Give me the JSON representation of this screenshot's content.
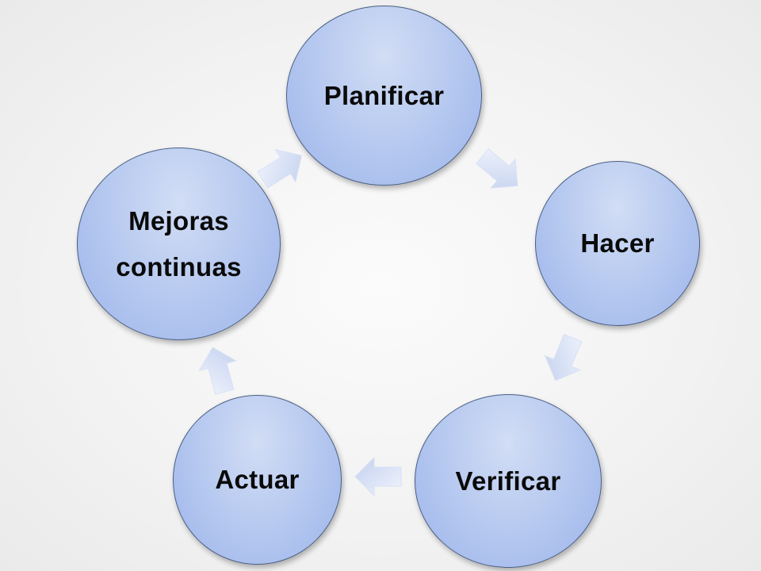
{
  "diagram": {
    "nodes": [
      {
        "id": "planificar",
        "label": "Planificar"
      },
      {
        "id": "hacer",
        "label": "Hacer"
      },
      {
        "id": "verificar",
        "label": "Verificar"
      },
      {
        "id": "actuar",
        "label": "Actuar"
      },
      {
        "id": "mejoras",
        "label": "Mejoras continuas"
      }
    ],
    "cycle_order": [
      "planificar",
      "hacer",
      "verificar",
      "actuar",
      "mejoras"
    ],
    "colors": {
      "node_fill_light": "#d2ddf5",
      "node_fill_dark": "#9cb4ea",
      "node_border": "#4a5f85",
      "arrow_fill_light": "#eef2fb",
      "arrow_fill_dark": "#c4d2f0"
    }
  }
}
